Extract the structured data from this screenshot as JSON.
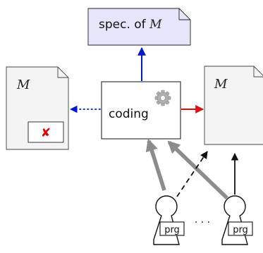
{
  "spec_doc": {
    "label_prefix": "spec. of ",
    "label_var": "M"
  },
  "left_doc": {
    "label": "M",
    "badge_mark": "✘"
  },
  "right_doc": {
    "label": "M"
  },
  "coder": {
    "label": "coding",
    "icon": "gear-icon"
  },
  "programmers": [
    {
      "tag": "prg"
    },
    {
      "tag": "prg"
    }
  ],
  "ellipsis": "· · ·",
  "colors": {
    "spec_fill": "#e6e6fa",
    "arrow_up": "#0018d6",
    "arrow_left": "#0018d6",
    "arrow_right": "#dd1111",
    "gray_arrow": "#8c8c8c",
    "doc_fill": "#f4f4f4",
    "mark_red": "#dd0000",
    "gear": "#b0b0b0"
  }
}
